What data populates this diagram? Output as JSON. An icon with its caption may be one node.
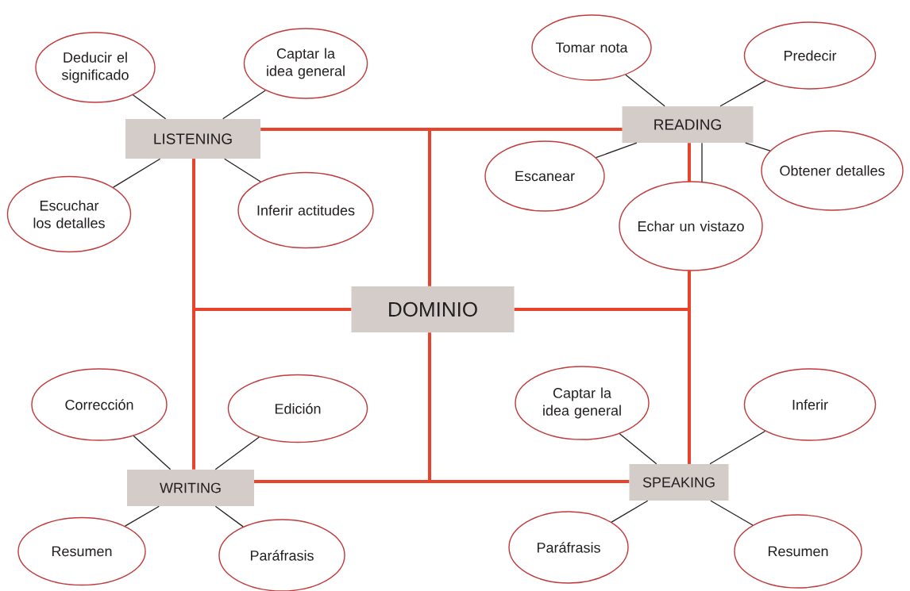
{
  "diagram": {
    "nodes": [
      {
        "text": [
          "Deducir el significado"
        ]
      },
      {
        "text": [
          "Captar la idea general"
        ]
      },
      {
        "text": [
          "Tomar nota"
        ]
      },
      {
        "text": [
          "Predecir"
        ]
      },
      {
        "text": [
          "LISTENING"
        ]
      },
      {
        "text": [
          "READING"
        ]
      },
      {
        "text": [
          "Escanear"
        ]
      },
      {
        "text": [
          "Obtener detalles"
        ]
      },
      {
        "text": [
          "Escuchar los detalles"
        ]
      },
      {
        "text": [
          "Inferir actitudes"
        ]
      },
      {
        "text": [
          "Echar un vistazo"
        ]
      },
      {
        "text": [
          "DOMINIO"
        ]
      },
      {
        "text": [
          "Corrección"
        ]
      },
      {
        "text": [
          "Edición"
        ]
      },
      {
        "text": [
          "Captar la idea general"
        ]
      },
      {
        "text": [
          "Inferir"
        ]
      },
      {
        "text": [
          "WRITING"
        ]
      },
      {
        "text": [
          "SPEAKING"
        ]
      },
      {
        "text": [
          "Resumen"
        ]
      },
      {
        "text": [
          "Paráfrasis"
        ]
      },
      {
        "text": [
          "Paráfrasis"
        ]
      },
      {
        "text": [
          "Resumen"
        ]
      }
    ],
    "edges": [
      {
        "from": 4,
        "to": 0,
        "arrow": "none"
      },
      {
        "from": 4,
        "to": 1,
        "arrow": "none"
      },
      {
        "from": 4,
        "to": 8,
        "arrow": "none"
      },
      {
        "from": 4,
        "to": 9,
        "arrow": "none"
      },
      {
        "from": 5,
        "to": 2,
        "arrow": "none"
      },
      {
        "from": 5,
        "to": 3,
        "arrow": "none"
      },
      {
        "from": 5,
        "to": 6,
        "arrow": "none"
      },
      {
        "from": 5,
        "to": 7,
        "arrow": "none"
      },
      {
        "from": 5,
        "to": 10,
        "arrow": "none"
      },
      {
        "from": 16,
        "to": 12,
        "arrow": "none"
      },
      {
        "from": 16,
        "to": 13,
        "arrow": "none"
      },
      {
        "from": 16,
        "to": 18,
        "arrow": "none"
      },
      {
        "from": 16,
        "to": 19,
        "arrow": "none"
      },
      {
        "from": 17,
        "to": 14,
        "arrow": "none"
      },
      {
        "from": 17,
        "to": 15,
        "arrow": "none"
      },
      {
        "from": 17,
        "to": 20,
        "arrow": "none"
      },
      {
        "from": 17,
        "to": 21,
        "arrow": "none"
      },
      {
        "from": 4,
        "to": 5,
        "arrow": "none",
        "style": "thick",
        "color": "#e8432d"
      },
      {
        "from": 4,
        "to": 16,
        "arrow": "none",
        "style": "thick",
        "color": "#e8432d"
      },
      {
        "from": 16,
        "to": 17,
        "arrow": "none",
        "style": "thick",
        "color": "#e8432d"
      },
      {
        "from": 5,
        "to": 10,
        "arrow": "none",
        "style": "thick",
        "color": "#e8432d"
      },
      {
        "from": 10,
        "to": 17,
        "arrow": "none",
        "style": "thick",
        "color": "#e8432d"
      },
      {
        "from": 11,
        "to": 4,
        "arrow": "none",
        "style": "thick",
        "color": "#e8432d"
      },
      {
        "from": 11,
        "to": 5,
        "arrow": "none",
        "style": "thick",
        "color": "#e8432d"
      },
      {
        "from": 11,
        "to": 16,
        "arrow": "none",
        "style": "thick",
        "color": "#e8432d"
      },
      {
        "from": 11,
        "to": 17,
        "arrow": "none",
        "style": "thick",
        "color": "#e8432d"
      }
    ]
  }
}
